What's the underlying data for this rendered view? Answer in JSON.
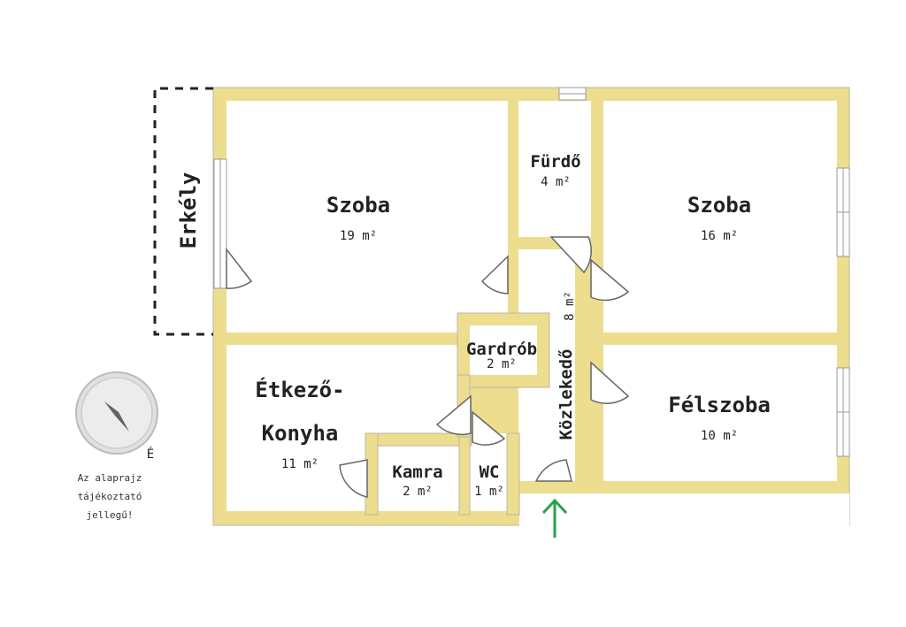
{
  "colors": {
    "wall": "#ecdd8f",
    "wall_edge": "#bdb6a0",
    "room_floor": "#ffffff",
    "balcony_line": "#222222",
    "entrance_arrow": "#2aa04a"
  },
  "rooms": {
    "szoba_left": {
      "name": "Szoba",
      "area": "19 m²"
    },
    "furdo": {
      "name": "Fürdő",
      "area": "4 m²"
    },
    "szoba_right": {
      "name": "Szoba",
      "area": "16 m²"
    },
    "gardrob": {
      "name": "Gardrób",
      "area": "2 m²"
    },
    "etkezo_konyha": {
      "name_line1": "Étkező-",
      "name_line2": "Konyha",
      "area": "11 m²"
    },
    "kamra": {
      "name": "Kamra",
      "area": "2 m²"
    },
    "wc": {
      "name": "WC",
      "area": "1 m²"
    },
    "kozlekedo": {
      "name": "Közlekedő",
      "area": "8 m²"
    },
    "felszoba": {
      "name": "Félszoba",
      "area": "10 m²"
    }
  },
  "balcony": {
    "name": "Erkély"
  },
  "compass": {
    "north_label": "É",
    "icon": "compass-icon"
  },
  "disclaimer": {
    "line1": "Az alaprajz",
    "line2": "tájékoztató",
    "line3": "jellegű!"
  },
  "entrance": {
    "icon": "arrow-up-icon"
  }
}
